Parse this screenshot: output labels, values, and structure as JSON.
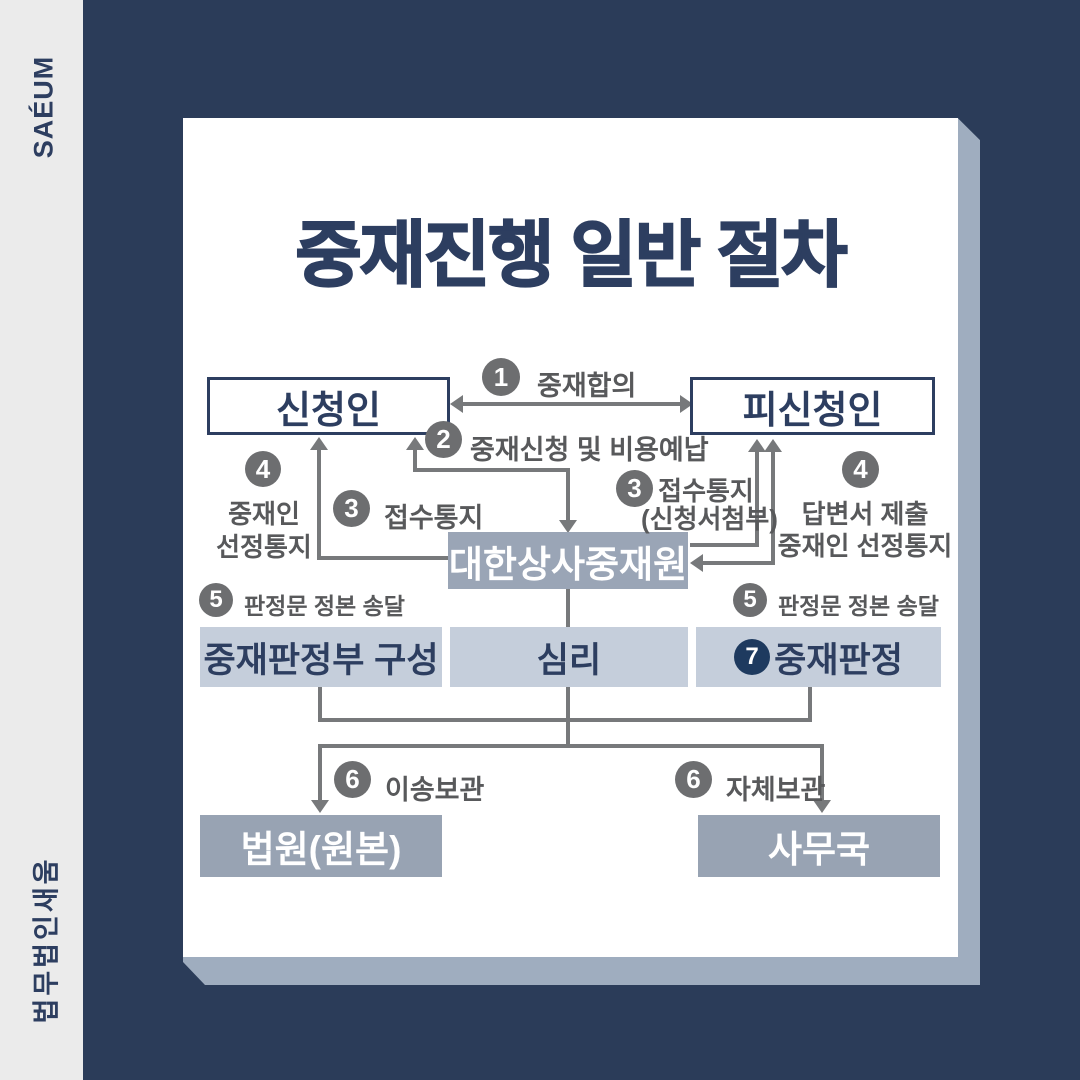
{
  "sidebar": {
    "brand_top": "SAÉUM",
    "brand_bottom": "법무법인새움"
  },
  "title": "중재진행 일반 절차",
  "nodes": {
    "claimant": "신청인",
    "respondent": "피신청인",
    "kcab": "대한상사중재원",
    "tribunal": "중재판정부 구성",
    "hearing": "심리",
    "award_num": "7",
    "award": "중재판정",
    "court": "법원(원본)",
    "secretariat": "사무국"
  },
  "steps": {
    "s1": {
      "num": "1",
      "label": "중재합의"
    },
    "s2": {
      "num": "2",
      "label": "중재신청 및 비용예납"
    },
    "s3_left": {
      "num": "3",
      "label": "접수통지"
    },
    "s3_right": {
      "num": "3",
      "line1": "접수통지",
      "line2": "(신청서첨부)"
    },
    "s4_left": {
      "num": "4",
      "line1": "중재인",
      "line2": "선정통지"
    },
    "s4_right": {
      "num": "4",
      "line1": "답변서 제출",
      "line2": "중재인 선정통지"
    },
    "s5_left": {
      "num": "5",
      "label": "판정문 정본 송달"
    },
    "s5_right": {
      "num": "5",
      "label": "판정문 정본 송달"
    },
    "s6_left": {
      "num": "6",
      "label": "이송보관"
    },
    "s6_right": {
      "num": "6",
      "label": "자체보관"
    }
  },
  "colors": {
    "background_navy": "#2b3c59",
    "sidebar_gray": "#ebebeb",
    "card_white": "#ffffff",
    "card_shadow": "#9fadbf",
    "navy_text": "#2d3e60",
    "badge_gray": "#6d6e70",
    "badge_navy": "#1e3a5f",
    "box_dark_fill": "#9aa5b6",
    "box_mid_fill": "#c5cedb",
    "box_gray_fill": "#98a3b3",
    "line_gray": "#77797b"
  }
}
